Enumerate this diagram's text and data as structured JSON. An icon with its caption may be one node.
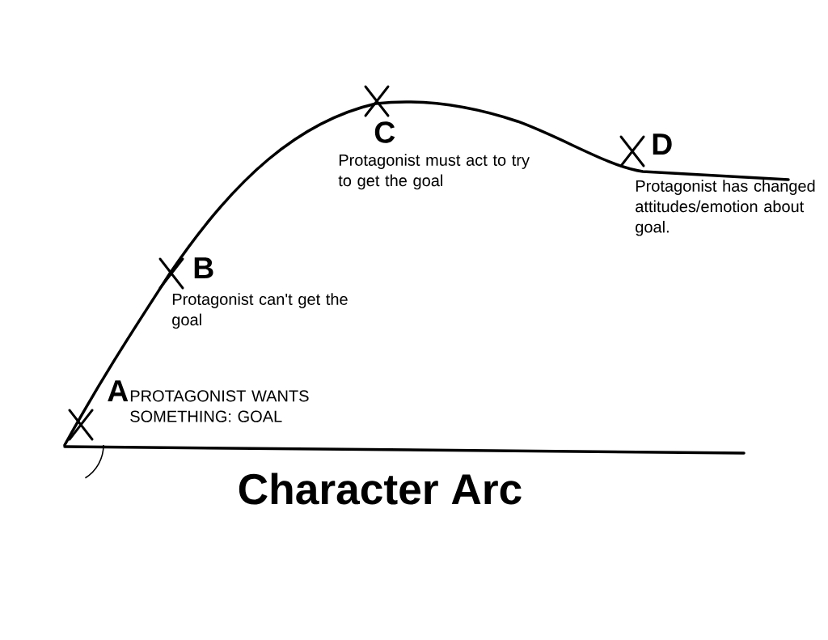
{
  "diagram": {
    "title": "Character Arc",
    "labels": [
      "A",
      "PROTAGONIST WANTS SOMETHING: GOAL",
      "B",
      "Protagonist can't get the goal",
      "C",
      "Protagonist must act to try to get the goal",
      "D",
      "Protagonist has changed attitudes/emotion about goal."
    ]
  }
}
